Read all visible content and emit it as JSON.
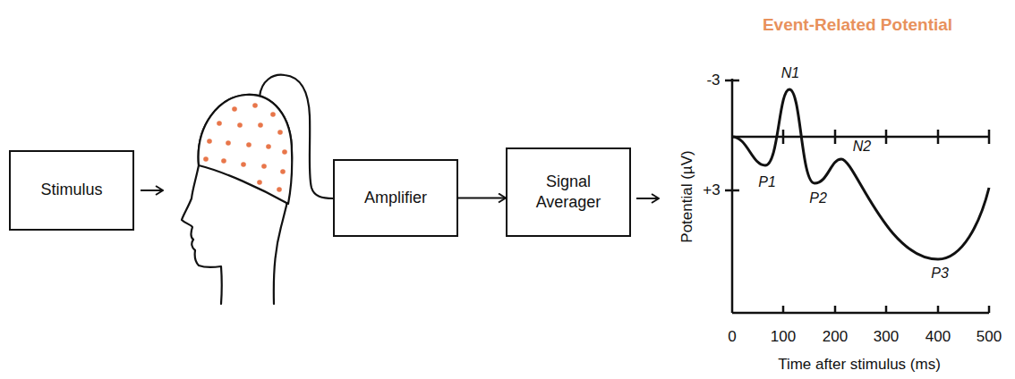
{
  "diagram": {
    "title": "Event-Related Potential",
    "nodes": [
      {
        "text": [
          "Stimulus"
        ]
      },
      {
        "text": [
          "Amplifier"
        ]
      },
      {
        "text": [
          "Signal Averager"
        ]
      }
    ],
    "edges": [
      {
        "from": 1,
        "to": 2,
        "arrow": "to"
      }
    ],
    "labels": [
      "-3",
      "+3",
      "0",
      "100",
      "200",
      "300",
      "400",
      "500",
      "Potential (µV)",
      "Time after stimulus (ms)",
      "N1",
      "P1",
      "P2",
      "N2",
      "P3"
    ]
  }
}
